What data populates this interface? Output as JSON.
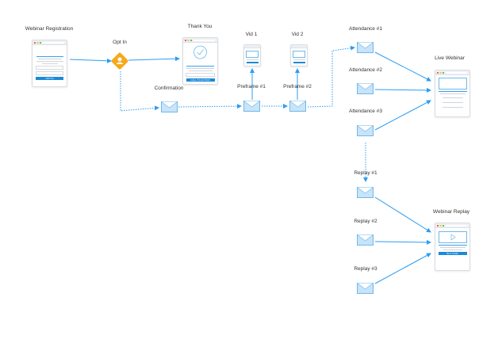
{
  "nodes": {
    "webinar_registration": {
      "label": "Webinar Registration",
      "button": "OPT IN"
    },
    "opt_in": {
      "label": "Opt In"
    },
    "thank_you": {
      "label": "Thank You",
      "button": "CALL TO ACTION"
    },
    "confirmation": {
      "label": "Confirmation"
    },
    "vid1": {
      "label": "Vid 1"
    },
    "vid2": {
      "label": "Vid 2"
    },
    "preframe1": {
      "label": "Preframe #1"
    },
    "preframe2": {
      "label": "Preframe #2"
    },
    "attendance1": {
      "label": "Attendance #1"
    },
    "attendance2": {
      "label": "Attendance #2"
    },
    "attendance3": {
      "label": "Attendance #3"
    },
    "live_webinar": {
      "label": "Live Webinar"
    },
    "replay1": {
      "label": "Replay #1"
    },
    "replay2": {
      "label": "Replay #2"
    },
    "replay3": {
      "label": "Replay #3"
    },
    "webinar_replay": {
      "label": "Webinar Replay",
      "button": "BUY NOW"
    }
  },
  "colors": {
    "arrow": "#2a9df4",
    "optin": "#f7a81b",
    "email_fill": "#c8e4f8",
    "email_stroke": "#6fb8ea"
  }
}
